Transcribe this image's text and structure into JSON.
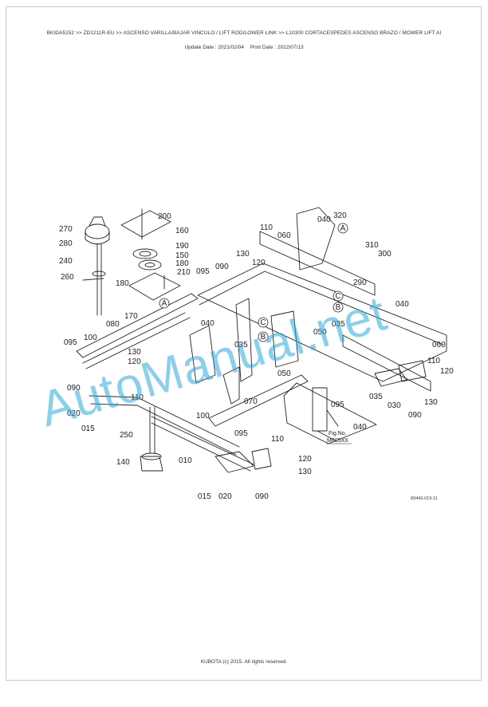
{
  "header": {
    "breadcrumb": "BKIDA5152 >> ZD1211R-EU >> ASCENSO VARILLA/BAJAR VINCULO / LIFT ROD/LOWER LINK >> L10300   CORTACESPEDES ASCENSO BRAZO / MOWER LIFT AI",
    "update_label": "Update Date : 2021/02/04",
    "print_label": "Print Date : 2022/07/13"
  },
  "diagram": {
    "labels": [
      "270",
      "280",
      "240",
      "260",
      "200",
      "160",
      "190",
      "150",
      "180",
      "180",
      "170",
      "210",
      "095",
      "090",
      "080",
      "110",
      "060",
      "040",
      "320",
      "310",
      "300",
      "130",
      "120",
      "290",
      "100",
      "095",
      "130",
      "120",
      "040",
      "035",
      "050",
      "035",
      "040",
      "060",
      "090",
      "020",
      "015",
      "110",
      "050",
      "070",
      "110",
      "120",
      "030",
      "090",
      "130",
      "035",
      "095",
      "040",
      "100",
      "095",
      "110",
      "250",
      "140",
      "010",
      "120",
      "130",
      "015",
      "020",
      "090"
    ],
    "callouts": [
      "A",
      "A",
      "C",
      "C",
      "B",
      "B"
    ],
    "fig_label": "Fig.No.",
    "fig_number": "M005XX"
  },
  "ref_code": "83443-019-11",
  "footer": "KUBOTA (c) 2015. All rights reserved.",
  "watermark": "AutoManual.net",
  "colors": {
    "line": "#222222",
    "watermark": "#28aadc",
    "border": "#c8c8c8"
  }
}
